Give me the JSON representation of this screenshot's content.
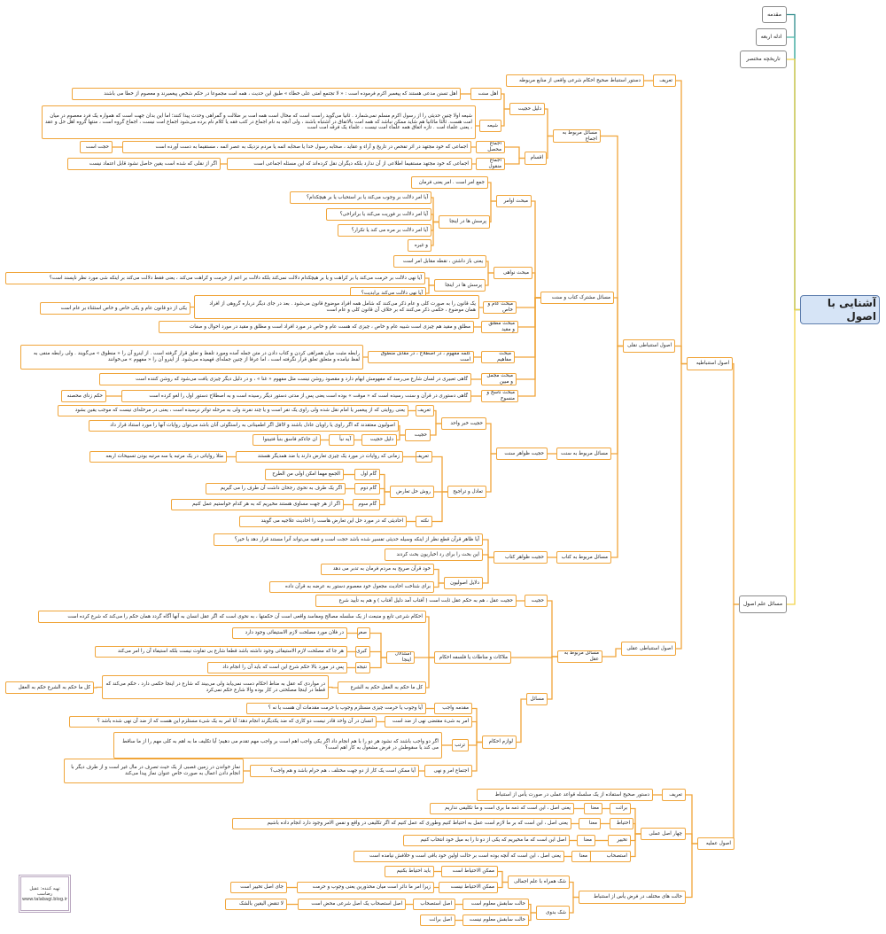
{
  "title": "آشنایی با اصول",
  "colors": {
    "branch": "#f0a53a",
    "root_fill": "#d6e4f6",
    "root_border": "#5f7fae",
    "teal": "#2e8b8b",
    "teal2": "#4bb5a8",
    "yellow": "#f2d44a"
  },
  "watermark": {
    "author": "تهیه کننده: عقیل رضاسب",
    "site": "www.talabagi.blog.ir"
  },
  "nodes": {
    "r": "آشنایی با اصول",
    "a1": "مقدمه",
    "a2": "ادله اربعه",
    "a3": "تاریخچه مختصر",
    "m": "مسائل علم اصول",
    "es": "اصول استنباطیه",
    "am": "اصول عملیه",
    "t1": "تعریف",
    "t1a": "دستور استنباط صحیح احکام شرعی واقعی از منابع مربوطه",
    "nq": "اصول استنباطی نقلی",
    "aq": "اصول استنباطی عقلی",
    "ij": "مسائل مربوط به اجماع",
    "dh": "دلیل حجیت",
    "ahs": "اهل سنت",
    "ahs1": "اهل تسنن مدعی هستند که پیغمبر اکرم فرموده است : « لا تجتمع امتی علی خطاء » طبق این حدیث ، همه امت مجموعا در حکم شخص پیغمبرند و معصوم از خطا می باشند",
    "sh": "شیعه",
    "sh1": "شیعه اولا چنین حدیثی را از رسول اکرم مسلم نمی‌شمارد . ثانیا می‌گوید راست است که محال است همه امت بر ضلالت و گمراهی وحدت پیدا کنند؛ اما این بدان جهت است که همواره یک فرد معصوم در میان امت هست. ثالثا ماثانیا هم شاید ممکن نباشد که همه امت بالاتفاق در اشتباه باشند ، ولی آنچه به نام اجماع در کتب فقه یا کلام نام برده می‌شود اجماع امت نیست ، اجماع گروه است ، منتها گروه اهل حل و عقد ، یعنی علماء امت . تازه اتفاق همه علماء امت نیست ، علماء یک فرقه امت است",
    "aqs": "اقسام",
    "mh": "اجماع محصل",
    "mh1": "اجماعی که خود مجتهد در اثر تفحص در تاریخ و آراء و عقاید ، صحابه رسول خدا یا صحابه ائمه یا مردم نزدیک به عصر ائمه ، مستقیما به دست آورده است",
    "mh2": "حجت است",
    "mn": "اجماع منقول",
    "mn1": "اجماعی که خود مجتهد مستقیما اطلاعی از آن ندارد بلکه دیگران نقل کرده‌اند که این مسئله اجماعی است",
    "mn2": "اگر از نقلی که شده است یقین حاصل نشود قابل اعتماد نیست",
    "mk": "مسائل مشترک کتاب و سنت",
    "aw": "مبحث اوامر",
    "aw1": "جمع امر است . امر یعنی فرمان",
    "aw2": "پرسش ها در اینجا",
    "q1": "آیا امر دلالت بر وجوب می‌کند یا بر استحباب یا بر هیچکدام؟",
    "q2": "آیا امر دلالت بر فوریت می‌کند یا براتراخی؟",
    "q3": "آیا امر دلالت بر مره می کند یا تکرار؟",
    "q4": "و غیره",
    "nw": "مبحث نواهی",
    "nw1": "یعنی باز داشتن ، نقطه مقابل امر است",
    "nw2": "پرسش ها در اینجا",
    "nq1": "آیا نهی دلالت بر حرمت می‌کند یا بر کراهت و یا بر هیچکدام دلالت نمی‌کند بلکه دلالت بر اعم از حرمت و کراهت می‌کند ، یعنی فقط دلالت می‌کند بر اینکه شی مورد نظر ناپسند است؟",
    "nq2": "آیا نهی دلالت می‌کند برابدیت؟",
    "ak": "مبحث عام و خاص",
    "ak1": "یک قانون را به صورت کلی و عام ذکر می‌کنند که شامل همه افراد موضوع قانون می‌شود . بعد در جای دیگر درباره گروهی از افراد همان موضوع ، حکمی ذکر می‌کنند که بر خلاف آن قانون کلی و عام است",
    "ak2": "یکی از دو قانون عام و یکی خاص و خاص استثناء بر عام است",
    "mm": "مبحث مطلق و مقید",
    "mm1": "مطلق و مقید هم چیزی است شبیه عام و خاص ، چیزی که هست عام و خاص در مورد افراد است و مطلق و مقید در مورد احوال و صفات",
    "mf": "مبحث مفاهیم",
    "mf1": "کلمه مفهوم ، در اصطلاح ، در مقابل منطوق است",
    "mf2": "رابطه مثبت میان همراهی کردن و کتاب دادن در متن جمله آمده ومورد تلفظ و تعلق قرار گرفته است . از اینرو آن را « منطوق » می‌گویند . ولی رابطه منفی به لفظ نیامده و متعلق تعلق قرار نگرفته است ، اما عرفا از چنین جمله‌ای فهمیده می‌شود. از اینرو آن را « مفهوم » می‌خوانند",
    "mj": "مبحث مجمل و مبین",
    "mj1": "گاهی تعبیری در لسان شارع می‌رسد که مفهومش ابهام دارد و مقصود روشن نیست مثل مفهوم « غنا » ، و در دلیل دیگر چیزی یافت می‌شود که روشن کننده است",
    "ns": "مبحث ناسخ و منسوخ",
    "ns1": "گاهی دستوری در قرآن و سنت رسیده است که « موقت » بوده است یعنی پس از مدتی دستور دیگر رسیده است و به اصطلاح دستور اول را لغو کرده است",
    "ns2": "حکم زنای محصنه",
    "sn": "مسائل مربوط به سنت",
    "zs": "حجیت ظواهر سنت",
    "kw": "حجیت خبر واحد",
    "kwt": "تعریف",
    "kwt1": "یعنی روایتی که از پیغمبر یا امام نقل شده ولی راوی یک نفر است و یا چند نفرند ولی به مرحله تواتر نرسیده است ، یعنی در مرحله‌ای نیست که موجب یقین بشود",
    "kwh": "حجیت",
    "kwh1": "اصولیون معتقدند که اگر راوی یا راویان عادل باشند و لااقل اگر اطمینانی به راستگوئی آنان باشد می‌توان روایات آنها را مورد استناد قرار داد",
    "kwd": "دلیل حجیت",
    "kwd1": "آیه نبأ",
    "kwd2": "ان جاءکم فاسق بنبأ فتبینوا",
    "tt": "تعادل و تراجیح",
    "ttt": "تعریف",
    "ttt1": "زمانی که روایات در مورد یک چیزی تعارض دارند یا ضد همدیگر هستند",
    "ttt2": "مثلا روایاتی در یک مرتبه یا سه مرتبه بودن تسبیحات اربعه",
    "rh": "روش حل تعارض",
    "g1": "گام اول",
    "g1a": "الجمع مهما امکن اولی من الطرح",
    "g2": "گام دوم",
    "g2a": "اگر یک طرف به نحوی رجحان داشت آن طرف را می گیریم",
    "g3": "گام سوم",
    "g3a": "اگر از هر جهت مساوی هستند مخیریم که به هر کدام خواستیم عمل کنیم",
    "nk": "نکته",
    "nk1": "احادیثی که در مورد حل این تعارض هاست را احادیث علاجیه می گویند",
    "kt": "مسائل مربوط به کتاب",
    "zk": "حجیت ظواهر کتاب",
    "zk1": "آیا ظاهر قرآن قطع نظر از اینکه وسیله حدیثی تفسیر شده باشد حجت است و فقیه می‌تواند آنرا مستند قرار دهد یا خیر؟",
    "zk2": "این بحث را برای رد اخباریون بحث کردند",
    "du": "دلایل اصولیون",
    "du1": "خود قرآن صریح به مردم فرمان به تدبر می دهد",
    "du2": "برای شناخت احادیث مجعول خود معصوم دستور به عرضه به قرآن داده",
    "ma": "مسائل مربوط به عقل",
    "hj": "حجیت",
    "hj1": "حجیت عقل ، هم به حکم عقل ثابت است ( آفتاب آمد دلیل آفتاب ) و هم به تأیید شرع",
    "ml": "ملاکات و مناطات یا فلسفه احکام",
    "ml1": "احکام شرعی تابع و منبعث از یک سلسله مصالح ومفاسد واقعی است آن حکمتها ، به نحوی است که اگر عقل انسان به آنها آگاه گردد همان حکم را می‌کند که شرع کرده است",
    "ist": "استدلال اینجا",
    "sg": "صغرا",
    "sg1": "در فلان مورد مصلحت لازم الاستیفائی وجود دارد",
    "kb": "کبری",
    "kb1": "هر جا که مصلحت لازم الاستیفائی وجود داشته باشد قطعا شارع بی تفاوت نیست بلکه استیفاء آن را امر می‌کند",
    "nt": "نتیجه",
    "nt1": "پس در مورد بالا حکم شرع این است که باید آن را انجام داد",
    "kl": "کل ما حکم به العقل حکم به الشرع",
    "kl1": "در مواردی که عقل به مناط احکام دست نمی‌یابد ولی می‌بیند که شارع در اینجا حکمی دارد ، حکم می‌کند که قطعا در اینجا مصلحتی در کار بوده والا شارع حکم نمی‌کرد",
    "kl2": "کل ما حکم به الشرع حکم به العقل",
    "ms": "مسائل",
    "lh": "لوازم احکام",
    "mw": "مقدمه واجب",
    "mw1": "آیا وجوب یا حرمت چیزی مستلزم وجوب یا حرمت مقدمات آن هست یا نه ؟",
    "az": "امر به شیء مقتضی نهی از ضد است",
    "az1": "انسان در آن واحد قادر نیست دو کاری که ضد یکدیگرند انجام دهد؛ آیا امر به یک شیء مستلزم این هست که از ضد آن نهی شده باشد ؟",
    "tr": "ترتب",
    "tr1": "اگر دو واجب باشند که نشود هر دو را با هم انجام داد اگر یکی واجب اهم است بر واجب مهم تقدم می دهیم؛ آیا تکلیف ما به اهم به کلی مهم را از ما ساقط می کند یا سقوطش در فرض مشغول به کار اهم است؟",
    "ej": "اجتماع امر و نهی",
    "ej1": "آیا ممکن است یک کار از دو جهت مختلف ، هم حرام باشد و هم واجب؟",
    "ej2": "نماز خواندن در زمین غصبی از یک حیث تصرف در مال غیر است و از طرف دیگر با انجام دادن اعمال به صورت خاص عنوان نماز پیدا می‌کند",
    "at": "تعریف",
    "at1": "دستور صحیح استفاده از یک سلسله قواعد عملی در صورت یأس از استنباط",
    "ch": "چهار اصل عملی",
    "br": "برائت",
    "br1": "معنا",
    "br2": "یعنی اصل ، این است که ذمه ما بری است و ما تکلیفی نداریم",
    "eh": "احتیاط",
    "eh1": "معنا",
    "eh2": "یعنی اصل ، این است که بر ما لازم است عمل به احتیاط کنیم وطوری که عمل کنیم که اگر تکلیفی در واقع و نفس الامر وجود دارد انجام داده باشیم",
    "tk": "تخییر",
    "tk1": "معنا",
    "tk2": "اصل این است که ما مخیریم که یکی از دو تا را به میل خود انتخاب کنیم",
    "es2": "استصحاب",
    "es2a": "معنا",
    "es2b": "یعنی اصل ، این است که آنچه بوده است بر حالت اولین خود باقی است و خلافش نیامده است",
    "hm": "حالت های مختلف در فرض یأس از استنباط",
    "ae": "شک همراه با علم اجمالی",
    "ae1": "ممکن الاحتیاط است",
    "ae1a": "باید احتیاط بکنیم",
    "ae2": "ممکن الاحتیاط نیست",
    "ae2a": "زیرا امر ما دائر است میان محذورین یعنی وجوب و حرمت",
    "ae2b": "جای اصل تخییر است",
    "sb": "شک بدوی",
    "sb1": "حالت سابقش معلوم است",
    "sb1a": "اصل استصحاب",
    "sb1b": "اصل استصحاب یک اصل شرعی محض است",
    "sb1c": "لا تنقض الیقین بالشک",
    "sb2": "حالت سابقش معلوم نیست",
    "sb2a": "اصل برائت"
  }
}
